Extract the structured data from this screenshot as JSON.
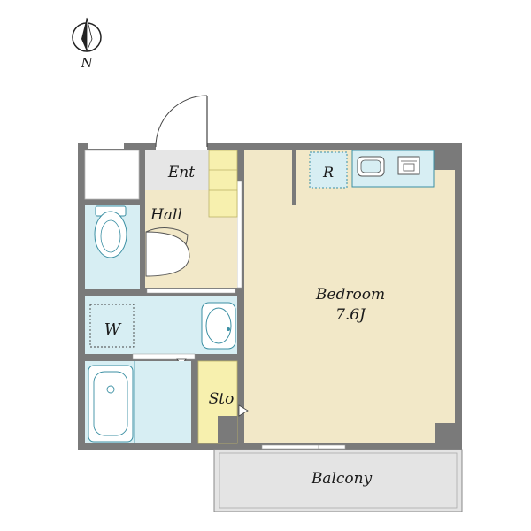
{
  "compass": {
    "north_label": "N"
  },
  "rooms": {
    "entrance": "Ent",
    "hall": "Hall",
    "washer": "W",
    "storage": "Sto",
    "bedroom": "Bedroom",
    "bedroom_size": "7.6J",
    "refrigerator": "R",
    "balcony": "Balcony"
  },
  "colors": {
    "wall": "#7a7a7a",
    "bedroom_floor": "#f2e8c8",
    "hall_floor": "#f2e8c8",
    "wet_area": "#d7eef3",
    "closet": "#f7f0ae",
    "entrance_floor": "#e6e6e6",
    "fixture_outline": "#3b8fa3"
  }
}
